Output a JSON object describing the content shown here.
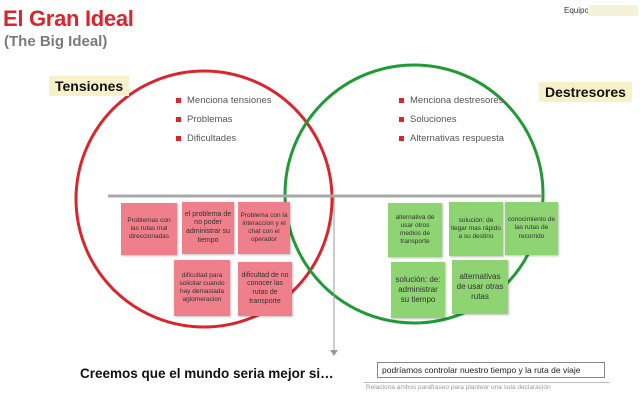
{
  "header": {
    "title": "El Gran Ideal",
    "subtitle": "(The Big Ideal)",
    "team_label": "Equipo"
  },
  "left": {
    "label": "Tensiones",
    "bullets": [
      "Menciona tensiones",
      "Problemas",
      "Dificultades"
    ],
    "notes": [
      "Problemas con las rutas mal direccionadas",
      "el problema de no poder administrar su tiempo",
      "Problema con la interaccion y el chat con el operador",
      "dificultad para solicitar cuando hay demasiada aglomeracion",
      "dificultad de no conocer las rutas de transporte"
    ]
  },
  "right": {
    "label": "Destresores",
    "bullets": [
      "Menciona destresores",
      "Soluciones",
      "Alternativas respuesta"
    ],
    "notes": [
      "alternativa de usar otros medios de transporte",
      "solución: de llegar mas rápido a su destino",
      "conocimiento de las rutas de recorrido",
      "solución: de: administrar su tiempo",
      "alternativas de usar otras rutas"
    ]
  },
  "footer": {
    "prompt": "Creemos que el mundo seria mejor si…",
    "answer": "podríamos controlar nuestro tiempo y la ruta de viaje",
    "hint": "Relaciona ambos parafraseo para plantear una sola declaración"
  },
  "colors": {
    "accent_red": "#d9252b",
    "accent_green": "#1f9a35",
    "note_red": "#ef7f8b",
    "note_green": "#8ed473",
    "tag_bg": "#f6f1c9"
  }
}
